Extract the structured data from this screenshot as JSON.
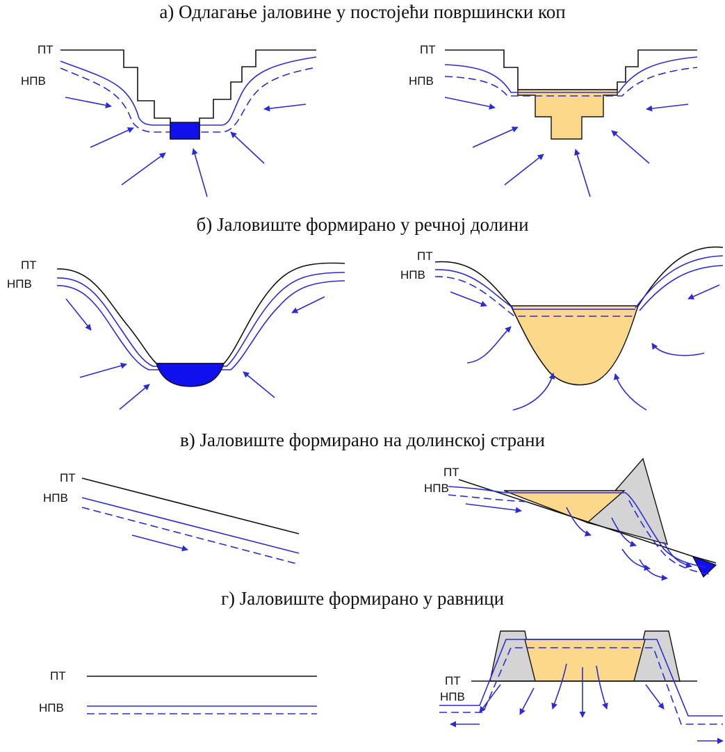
{
  "sections": {
    "a": {
      "title": "а) Одлагање јаловине у постојећи површински коп"
    },
    "b": {
      "title": "б) Јаловиште формирано у речној долини"
    },
    "c": {
      "title": "в) Јаловиште формирано на долинској страни"
    },
    "d": {
      "title": "г) Јаловиште формирано у равници"
    }
  },
  "labels": {
    "terrain": "ПТ",
    "groundwater": "НПВ"
  },
  "colors": {
    "water": "#1010ee",
    "tailings": "#fbd88a",
    "dam": "#d4d4d4",
    "flow_lines": "#2a2ad6",
    "terrain_line": "#111111"
  }
}
